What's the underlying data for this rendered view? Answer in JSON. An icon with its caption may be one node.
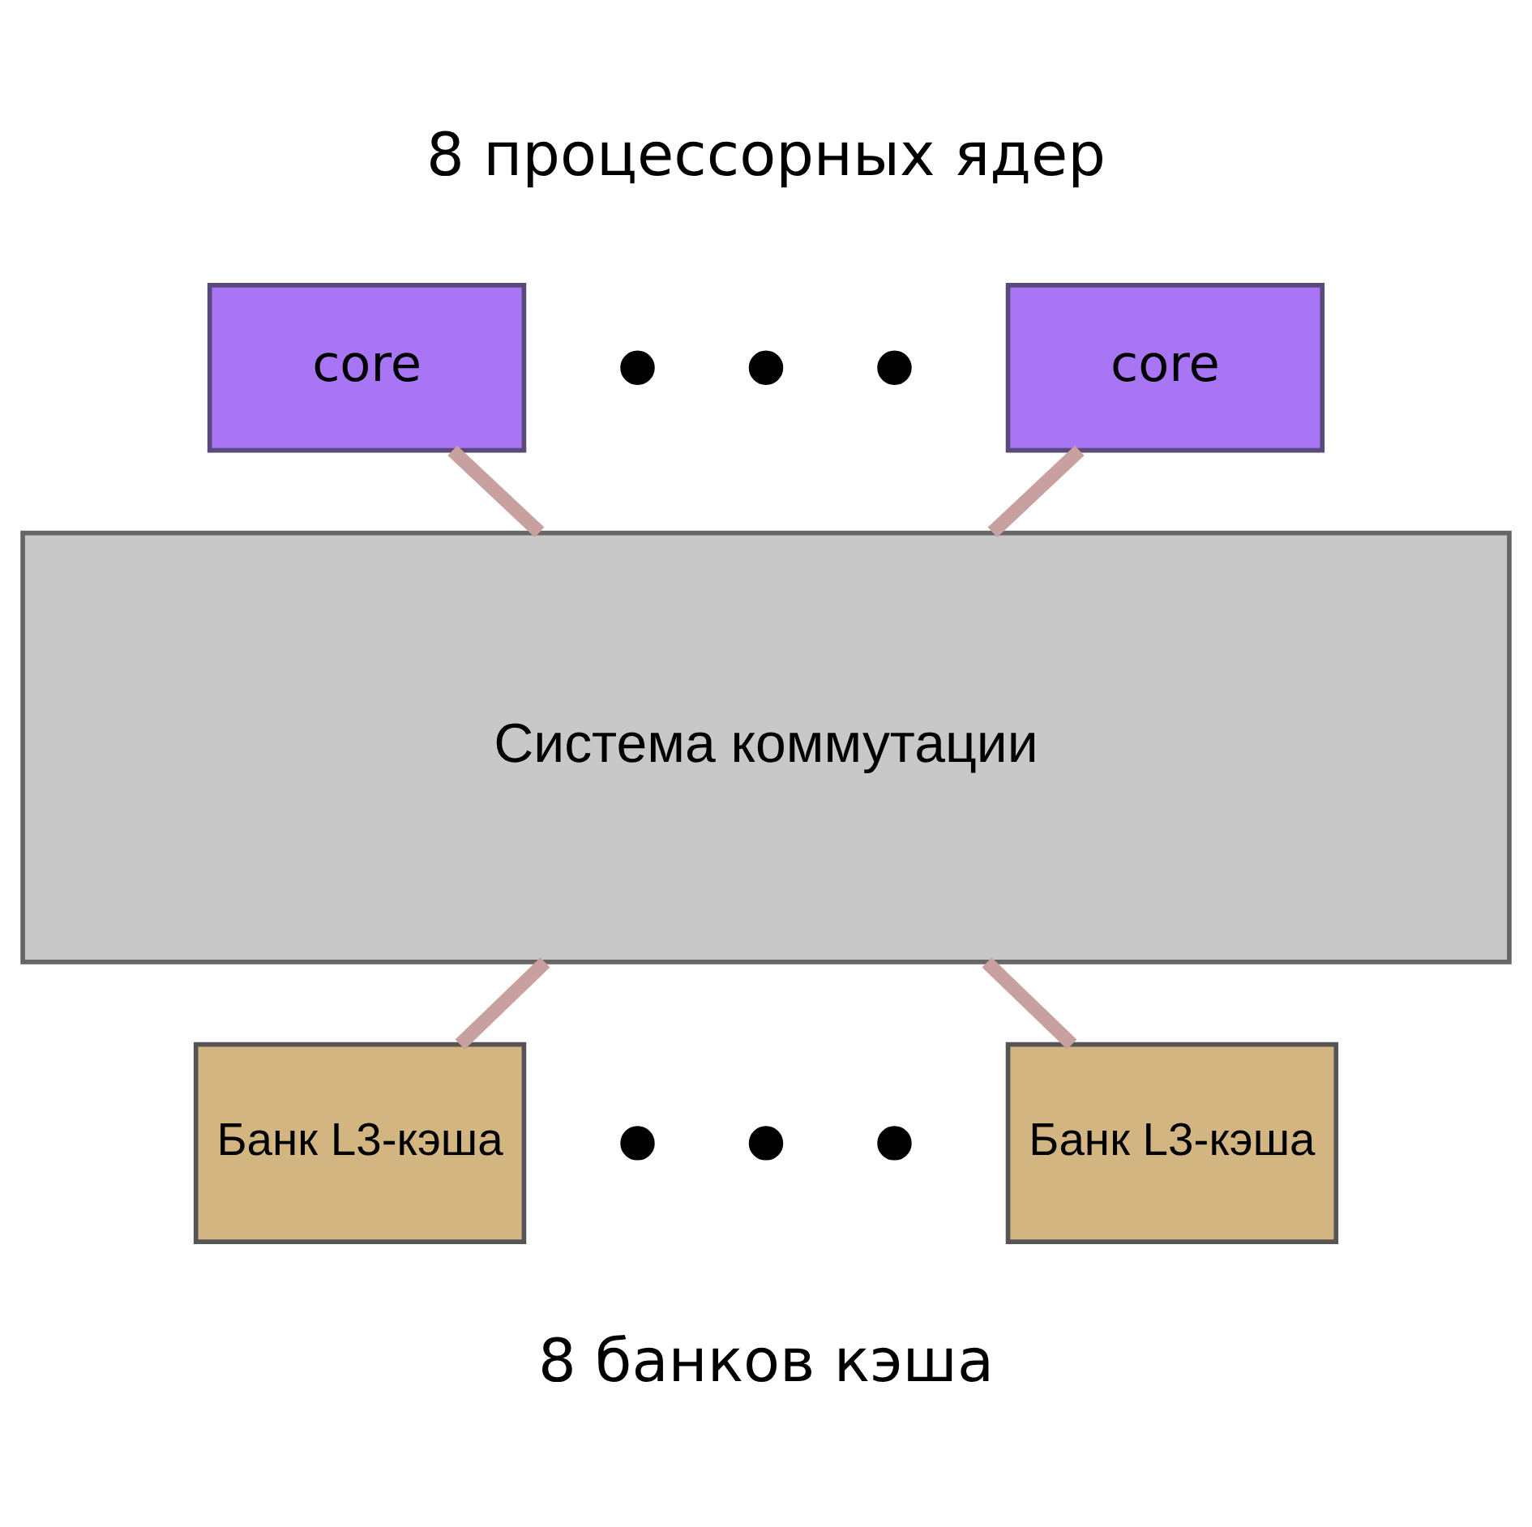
{
  "diagram": {
    "nodes": [
      {
        "text": [
          "core"
        ]
      },
      {
        "text": [],
        "shape": "circle"
      },
      {
        "text": [],
        "shape": "circle"
      },
      {
        "text": [],
        "shape": "circle"
      },
      {
        "text": [
          "core"
        ]
      },
      {
        "text": [
          "Система коммутации"
        ]
      },
      {
        "text": [
          "Банк L3-кэша"
        ]
      },
      {
        "text": [],
        "shape": "circle"
      },
      {
        "text": [],
        "shape": "circle"
      },
      {
        "text": [],
        "shape": "circle"
      },
      {
        "text": [
          "Банк L3-кэша"
        ]
      }
    ],
    "edges": [
      {
        "from": 0,
        "to": 5,
        "arrow": "none"
      },
      {
        "from": 4,
        "to": 5,
        "arrow": "none"
      },
      {
        "from": 5,
        "to": 6,
        "arrow": "none"
      },
      {
        "from": 5,
        "to": 10,
        "arrow": "none"
      }
    ],
    "labels": [
      "8 процессорных ядер",
      "8 банков кэша"
    ]
  }
}
